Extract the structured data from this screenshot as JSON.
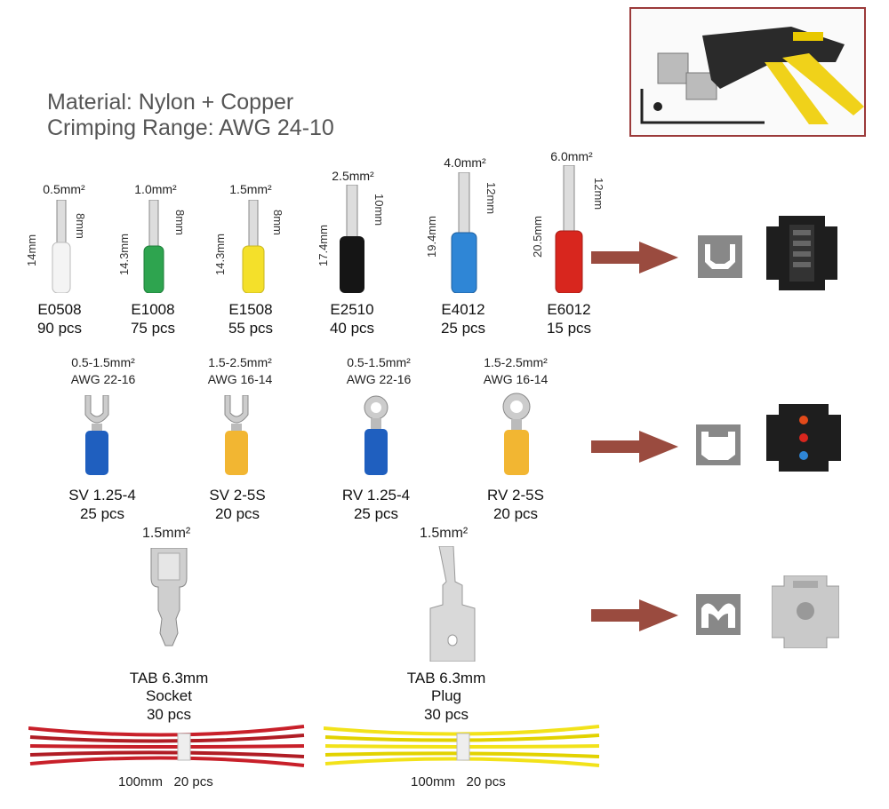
{
  "header": {
    "material": "Material: Nylon + Copper",
    "range": "Crimping Range: AWG 24-10"
  },
  "ferrules": [
    {
      "size": "0.5mm²",
      "code": "E0508",
      "qty": "90 pcs",
      "len": "14mm",
      "pin": "8mm",
      "color": "#f4f4f4"
    },
    {
      "size": "1.0mm²",
      "code": "E1008",
      "qty": "75 pcs",
      "len": "14.3mm",
      "pin": "8mm",
      "color": "#2ea44f"
    },
    {
      "size": "1.5mm²",
      "code": "E1508",
      "qty": "55 pcs",
      "len": "14.3mm",
      "pin": "8mm",
      "color": "#f4e02a"
    },
    {
      "size": "2.5mm²",
      "code": "E2510",
      "qty": "40 pcs",
      "len": "17.4mm",
      "pin": "10mm",
      "color": "#151515"
    },
    {
      "size": "4.0mm²",
      "code": "E4012",
      "qty": "25 pcs",
      "len": "19.4mm",
      "pin": "12mm",
      "color": "#2f86d6"
    },
    {
      "size": "6.0mm²",
      "code": "E6012",
      "qty": "15 pcs",
      "len": "20.5mm",
      "pin": "12mm",
      "color": "#d8261e"
    }
  ],
  "terminals": [
    {
      "range": "0.5-1.5mm²",
      "awg": "AWG 22-16",
      "code": "SV 1.25-4",
      "qty": "25 pcs",
      "type": "fork",
      "color": "#1f5fbf"
    },
    {
      "range": "1.5-2.5mm²",
      "awg": "AWG 16-14",
      "code": "SV 2-5S",
      "qty": "20 pcs",
      "type": "fork",
      "color": "#f2b632"
    },
    {
      "range": "0.5-1.5mm²",
      "awg": "AWG 22-16",
      "code": "RV 1.25-4",
      "qty": "25 pcs",
      "type": "ring",
      "color": "#1f5fbf"
    },
    {
      "range": "1.5-2.5mm²",
      "awg": "AWG 16-14",
      "code": "RV 2-5S",
      "qty": "20 pcs",
      "type": "ring",
      "color": "#f2b632"
    }
  ],
  "tabs": [
    {
      "size": "1.5mm²",
      "line1": "TAB 6.3mm",
      "line2": "Socket",
      "qty": "30 pcs"
    },
    {
      "size": "1.5mm²",
      "line1": "TAB 6.3mm",
      "line2": "Plug",
      "qty": "30 pcs"
    }
  ],
  "ties": [
    {
      "label": "100mm   20 pcs",
      "color": "#c8202a"
    },
    {
      "label": "100mm   20 pcs",
      "color": "#f2e21a"
    }
  ],
  "colors": {
    "arrow": "#9a4b3f",
    "box_border": "#9b3a3a",
    "profile": "#888888"
  }
}
